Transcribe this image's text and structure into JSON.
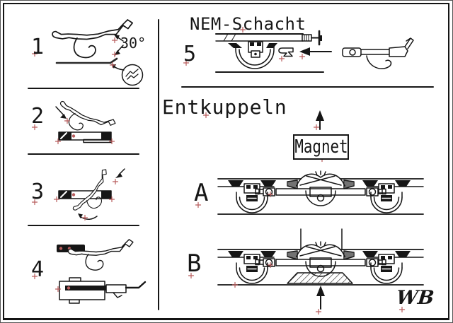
{
  "canvas": {
    "background": "#ffffff",
    "ink_color": "#161616",
    "marker_color": "#b85c5c"
  },
  "left_panel": {
    "steps": [
      {
        "number": "1",
        "angle_label": "30°"
      },
      {
        "number": "2"
      },
      {
        "number": "3"
      },
      {
        "number": "4"
      }
    ]
  },
  "right_panel": {
    "nem_section": {
      "title": "NEM-Schacht",
      "step_number": "5"
    },
    "uncoupling_section": {
      "heading": "Entkuppeln",
      "magnet_label": "Magnet",
      "variant_a_label": "A",
      "variant_b_label": "B"
    },
    "signature": "WB"
  }
}
